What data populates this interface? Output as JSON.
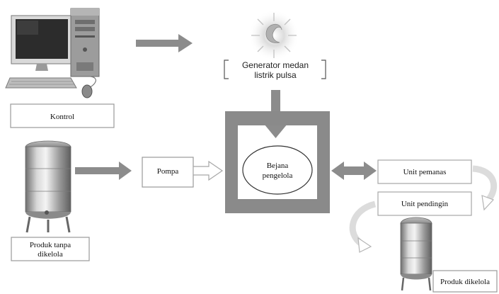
{
  "nodes": {
    "kontrol": "Kontrol",
    "generator_line1": "Generator medan",
    "generator_line2": "listrik pulsa",
    "pompa": "Pompa",
    "bejana_line1": "Bejana",
    "bejana_line2": "pengelola",
    "unit_pemanas": "Unit pemanas",
    "unit_pendingin": "Unit pendingin",
    "produk_tanpa_line1": "Produk tanpa",
    "produk_tanpa_line2": "dikelola",
    "produk_dikelola": "Produk dikelola"
  },
  "icons": {
    "computer": "desktop-computer-icon",
    "generator": "pulse-generator-icon",
    "tank": "stainless-steel-tank-icon"
  },
  "colors": {
    "arrow": "#8c8c8c",
    "chamber": "#8a8a8a",
    "box_border": "#9a9a9a",
    "steel_dark": "#6e6e6e",
    "steel_light": "#e6e6e6"
  }
}
